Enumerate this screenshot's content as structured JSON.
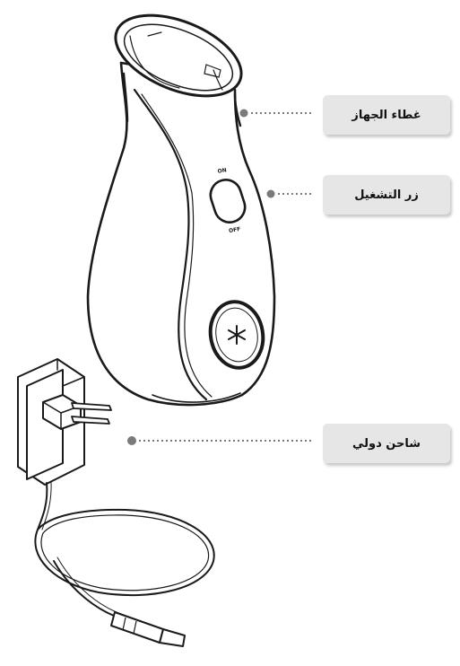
{
  "switch_label_on": "ON",
  "switch_label_off": "OFF",
  "callouts": [
    {
      "key": "cover",
      "label": "غطاء الجهاز"
    },
    {
      "key": "power",
      "label": "زر التشغيل"
    },
    {
      "key": "charger",
      "label": "شاحن دولي"
    }
  ],
  "colors": {
    "line": "#1a1a1a",
    "callout_bg": "#e6e6e6",
    "leader_dot": "#7a7a7a"
  }
}
